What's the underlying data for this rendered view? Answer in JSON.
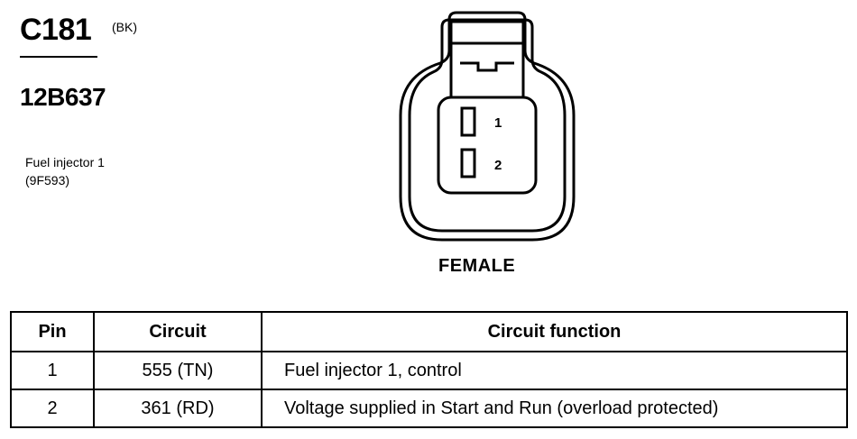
{
  "connector": {
    "id": "C181",
    "color_code": "(BK)",
    "part_number": "12B637",
    "component_name": "Fuel injector 1",
    "component_part": "(9F593)",
    "gender": "FEMALE",
    "cavity_labels": [
      "1",
      "2"
    ]
  },
  "table": {
    "headers": [
      "Pin",
      "Circuit",
      "Circuit function"
    ],
    "rows": [
      {
        "pin": "1",
        "circuit": "555 (TN)",
        "function": "Fuel injector 1, control"
      },
      {
        "pin": "2",
        "circuit": "361 (RD)",
        "function": "Voltage supplied in Start and Run (overload protected)"
      }
    ]
  }
}
